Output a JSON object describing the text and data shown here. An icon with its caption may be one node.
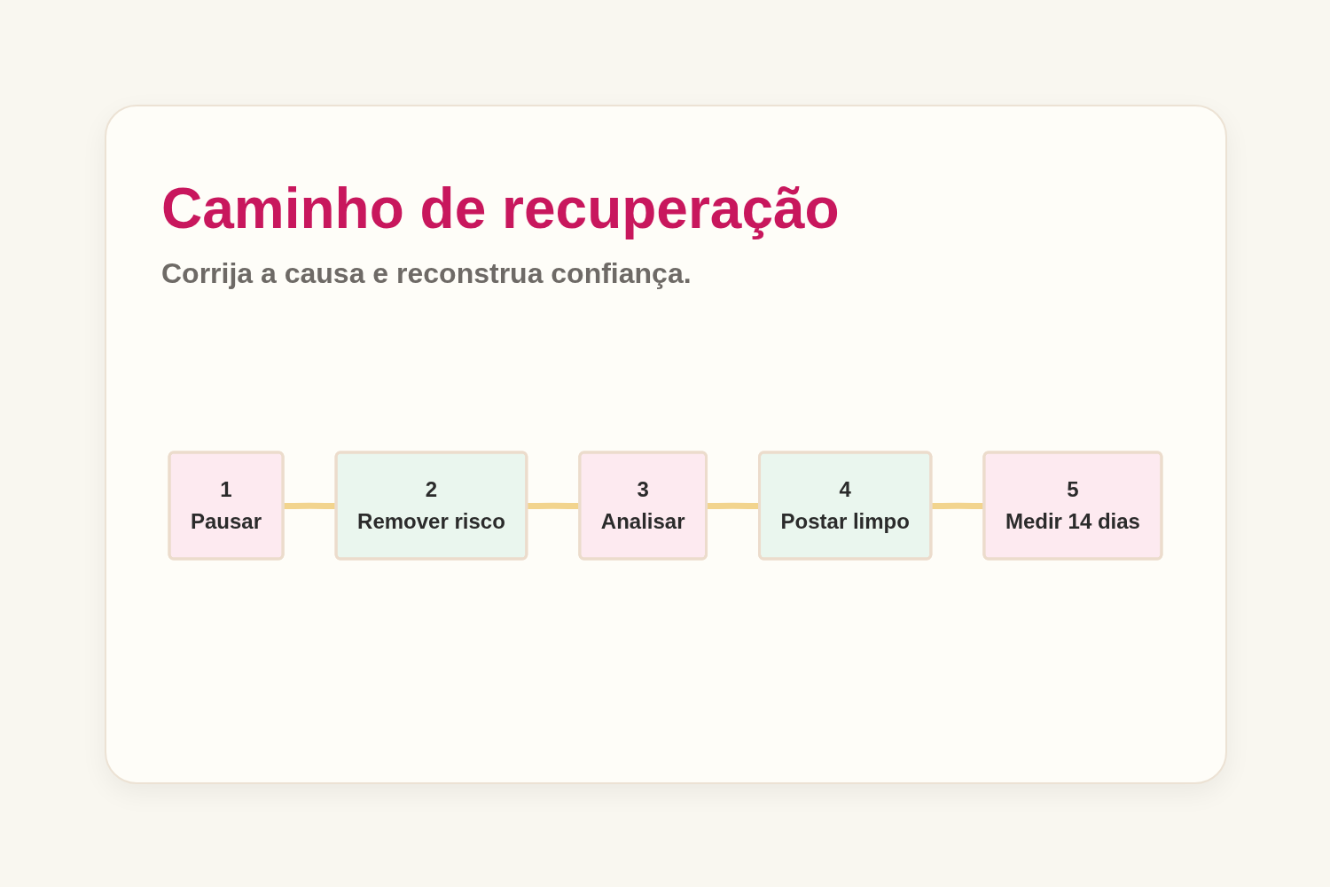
{
  "diagram": {
    "title": "Caminho de recuperação",
    "nodes": [
      {
        "text": [
          "1",
          "Pausar"
        ]
      },
      {
        "text": [
          "2",
          "Remover risco"
        ]
      },
      {
        "text": [
          "3",
          "Analisar"
        ]
      },
      {
        "text": [
          "4",
          "Postar limpo"
        ]
      },
      {
        "text": [
          "5",
          "Medir 14 dias"
        ]
      }
    ],
    "edges": [
      {
        "from": 0,
        "to": 1,
        "arrow": "none"
      },
      {
        "from": 1,
        "to": 2,
        "arrow": "none"
      },
      {
        "from": 2,
        "to": 3,
        "arrow": "none"
      },
      {
        "from": 3,
        "to": 4,
        "arrow": "none"
      }
    ],
    "labels": [
      "Corrija a causa e reconstrua confiança."
    ]
  }
}
